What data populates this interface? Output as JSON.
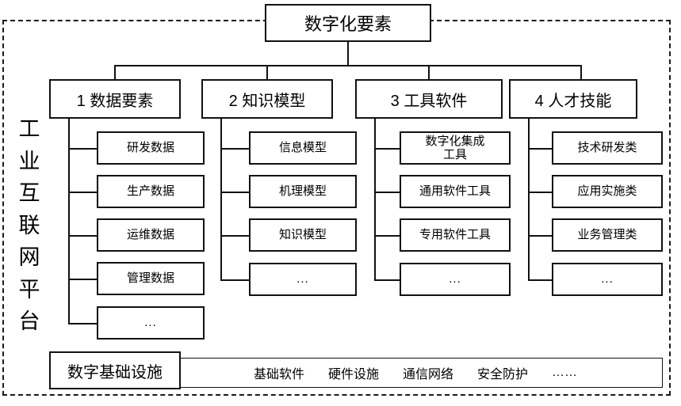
{
  "diagram": {
    "root": {
      "label": "数字化要素"
    },
    "platform_label": "工业互联网平台",
    "platform_label_chars": [
      "工",
      "业",
      "互",
      "联",
      "网",
      "平",
      "台"
    ],
    "categories": [
      {
        "label": "1 数据要素",
        "children": [
          "研发数据",
          "生产数据",
          "运维数据",
          "管理数据",
          "..."
        ]
      },
      {
        "label": "2 知识模型",
        "children": [
          "信息模型",
          "机理模型",
          "知识模型",
          "..."
        ]
      },
      {
        "label": "3 工具软件",
        "children": [
          "数字化集成\n工具",
          "通用软件工具",
          "专用软件工具",
          "..."
        ]
      },
      {
        "label": "4 人才技能",
        "children": [
          "技术研发类",
          "应用实施类",
          "业务管理类",
          "..."
        ]
      }
    ],
    "infrastructure": {
      "label": "数字基础设施",
      "items": [
        "基础软件",
        "硬件设施",
        "通信网络",
        "安全防护",
        "……"
      ]
    },
    "colors": {
      "line": "#111111",
      "frame_dashed": "#1a1a1a",
      "background": "#ffffff",
      "text": "#000000"
    }
  }
}
